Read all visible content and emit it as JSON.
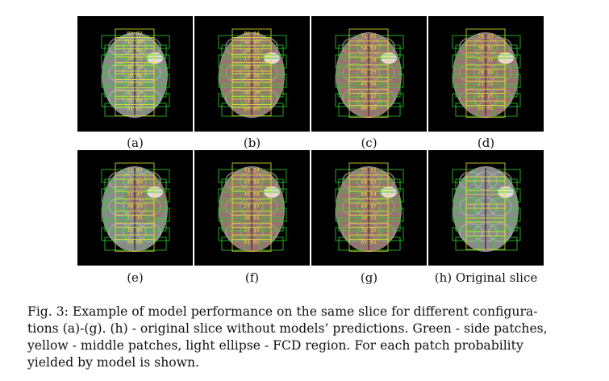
{
  "panels": [
    {
      "label": "(a)",
      "tint": "none",
      "probs": [
        "03 02",
        "12 49",
        "21 00",
        "20 15",
        "18 11",
        "20 06",
        "20 28",
        "27 17",
        "01 04",
        "01 02"
      ]
    },
    {
      "label": "(b)",
      "tint": "red",
      "probs": [
        "06 04",
        "16 49",
        "29 25",
        "17 24",
        "29 12",
        "20 28",
        "22 38",
        "36 20",
        "21 16",
        "03 03"
      ]
    },
    {
      "label": "(c)",
      "tint": "red",
      "probs": [
        "31 01",
        "54 59",
        "87 28",
        "55 73",
        "45 56",
        "45 12",
        "00 00"
      ]
    },
    {
      "label": "(d)",
      "tint": "red",
      "probs": [
        "28 23",
        "30 31",
        "33 37",
        "20 18",
        "21 22",
        "24 15",
        "01 01"
      ]
    },
    {
      "label": "(e)",
      "tint": "light",
      "probs": [
        "21 04",
        "43 50",
        "31 47",
        "30 29",
        "27 35",
        "15 06",
        "00 00"
      ]
    },
    {
      "label": "(f)",
      "tint": "red",
      "probs": [
        "41 34",
        "47 58",
        "46 68",
        "27 37",
        "36 55",
        "27 33",
        "01 01"
      ]
    },
    {
      "label": "(g)",
      "tint": "red",
      "probs": [
        "37 31",
        "54 53",
        "88 64",
        "43 37",
        "30 32",
        "33 32",
        "01 01"
      ]
    },
    {
      "label": "(h) Original slice",
      "tint": "none",
      "probs": []
    }
  ],
  "caption": {
    "lines": [
      "Fig. 3: Example of model performance on the same slice for different configura-",
      "tions (a)-(g). (h) - original slice without models’ predictions. Green - side patches,",
      "yellow - middle patches, light ellipse - FCD region. For each patch probability",
      "yielded by model is shown."
    ]
  },
  "colors": {
    "side_patch": "#2fd22f",
    "middle_patch": "#e6e62a",
    "fcd_region": "#f4e6e6",
    "background": "#000000"
  }
}
